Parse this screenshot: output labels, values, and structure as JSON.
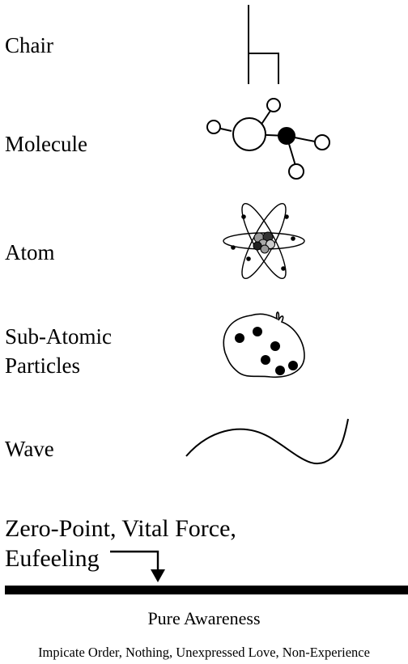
{
  "levels": [
    {
      "label": "Chair",
      "icon": "chair-icon"
    },
    {
      "label": "Molecule",
      "icon": "molecule-icon"
    },
    {
      "label": "Atom",
      "icon": "atom-icon"
    },
    {
      "label": "Sub-Atomic\nParticles",
      "icon": "particles-icon"
    },
    {
      "label": "Wave",
      "icon": "wave-icon"
    }
  ],
  "zero_point": {
    "line1": "Zero-Point, Vital Force,",
    "line2": "Eufeeling"
  },
  "base": {
    "title": "Pure Awareness",
    "subtitle": "Impicate Order, Nothing, Unexpressed Love, Non-Experience"
  }
}
